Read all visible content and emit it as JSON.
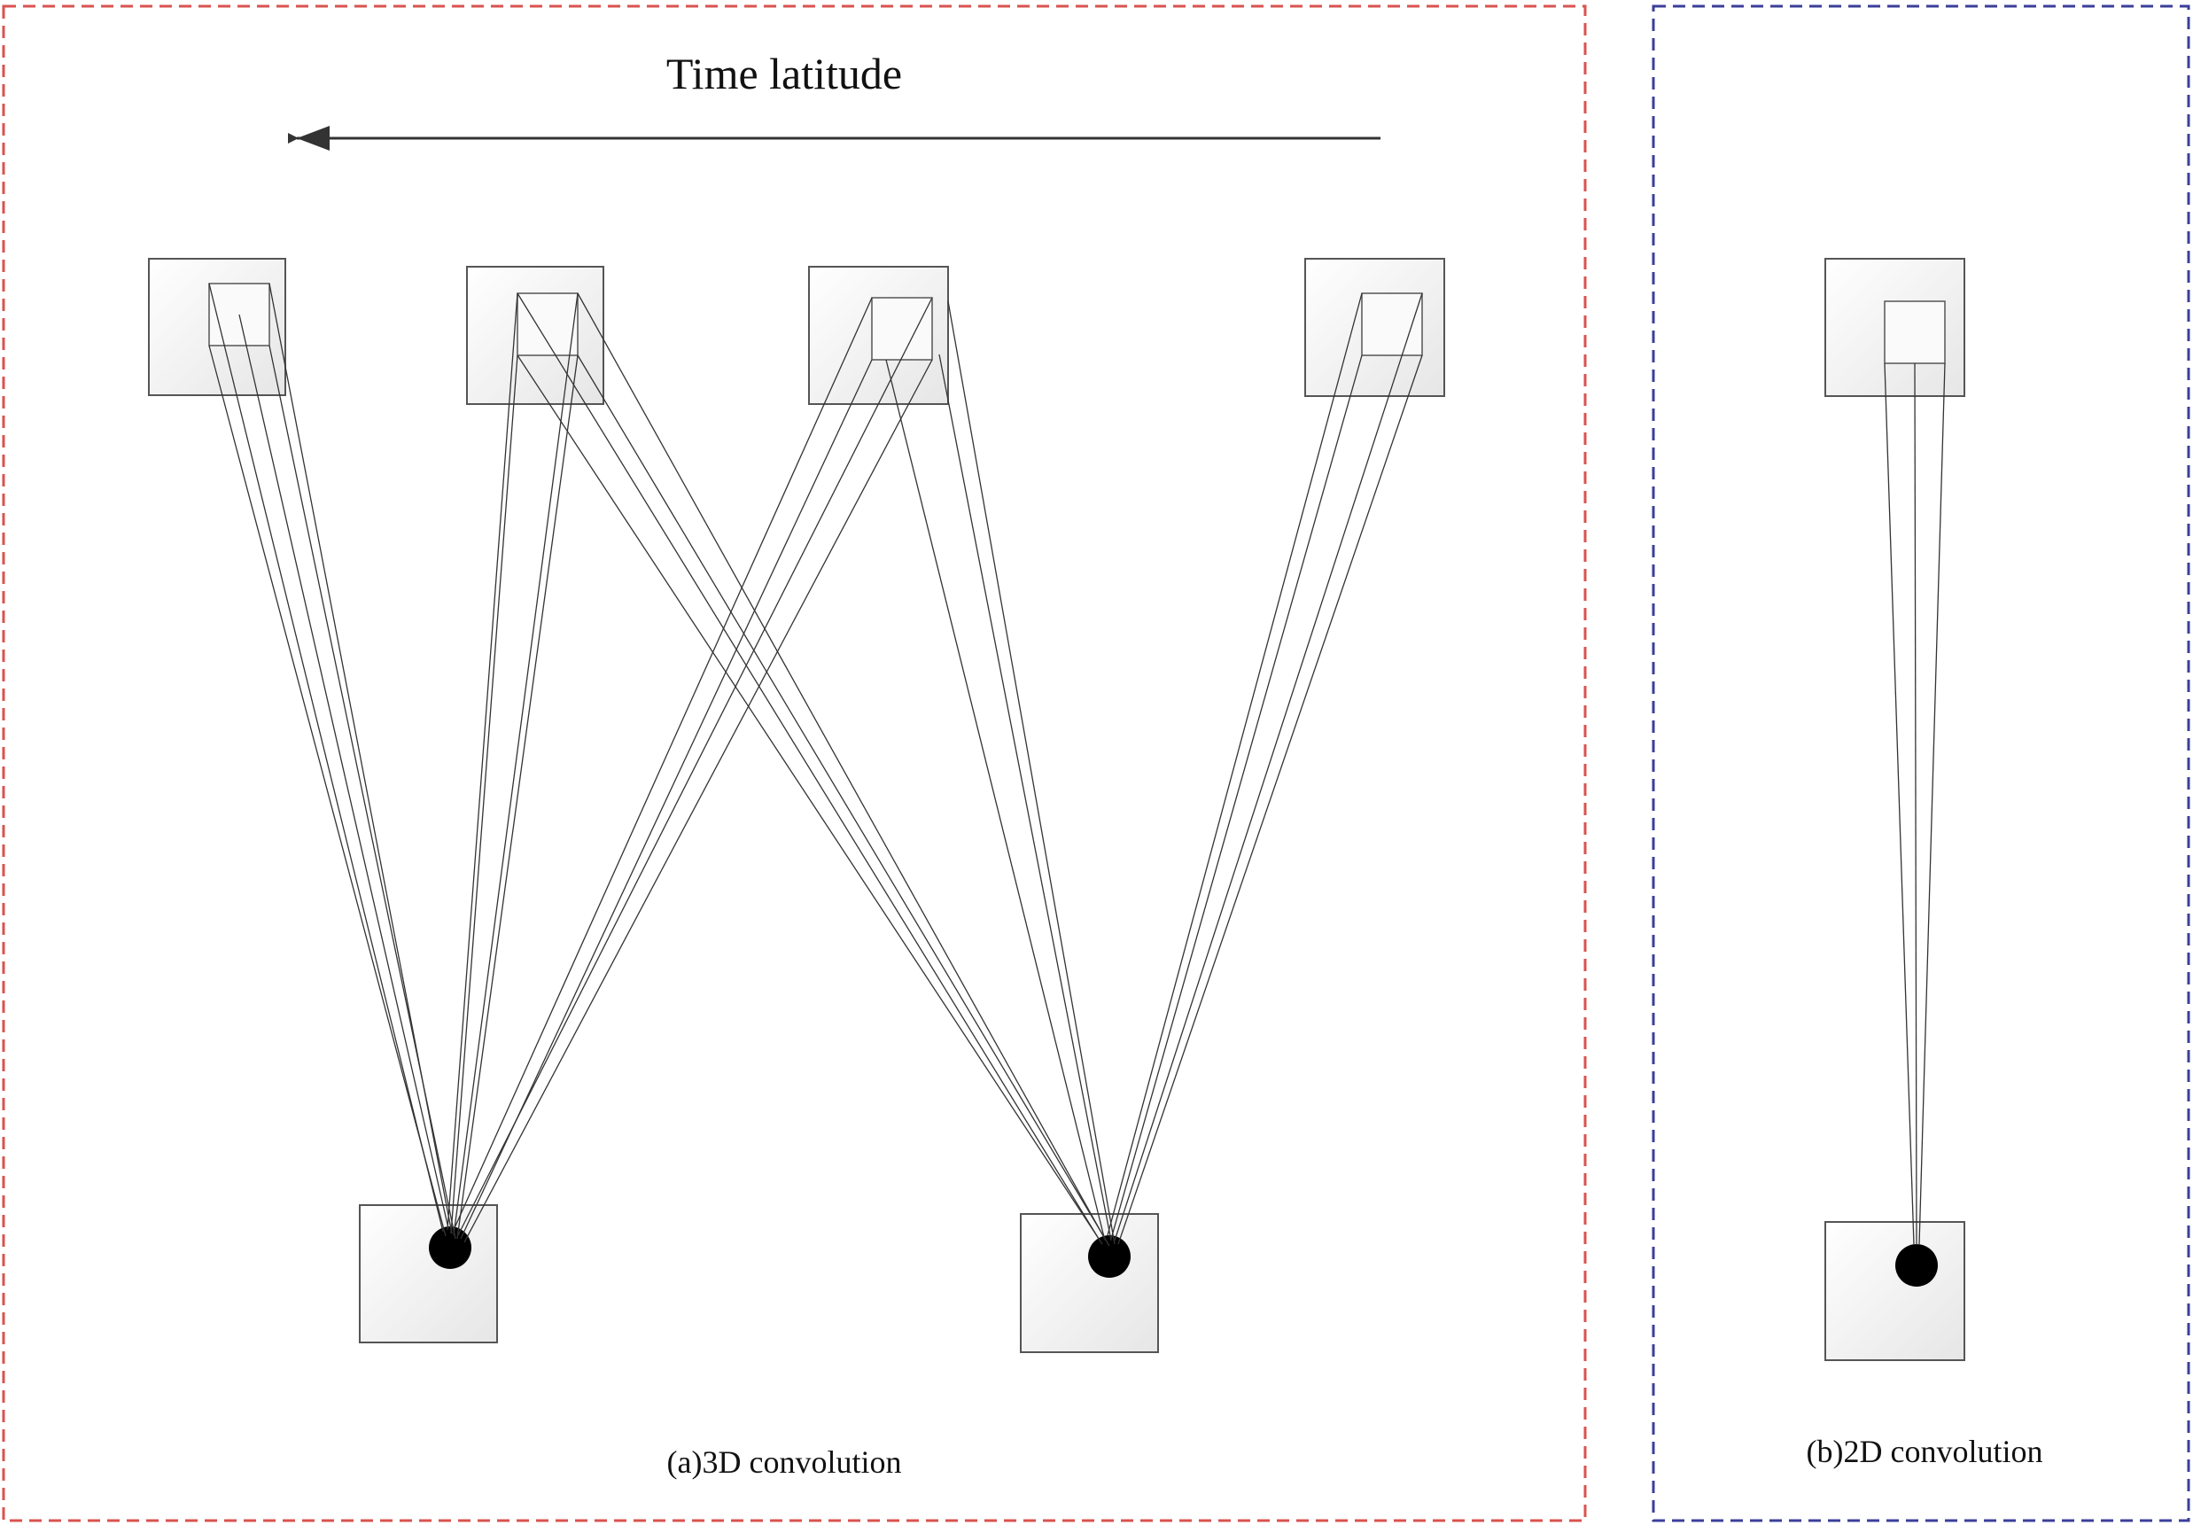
{
  "diagram": {
    "arrow_label": "Time latitude",
    "caption_3d": "(a)3D convolution",
    "caption_2d": "(b)2D convolution",
    "colors": {
      "frame_3d": "#d9534f",
      "frame_2d": "#3b3f99",
      "box_fill": "#f2f2f2",
      "box_stroke": "#555555",
      "line": "#333333",
      "dot": "#000000"
    }
  }
}
